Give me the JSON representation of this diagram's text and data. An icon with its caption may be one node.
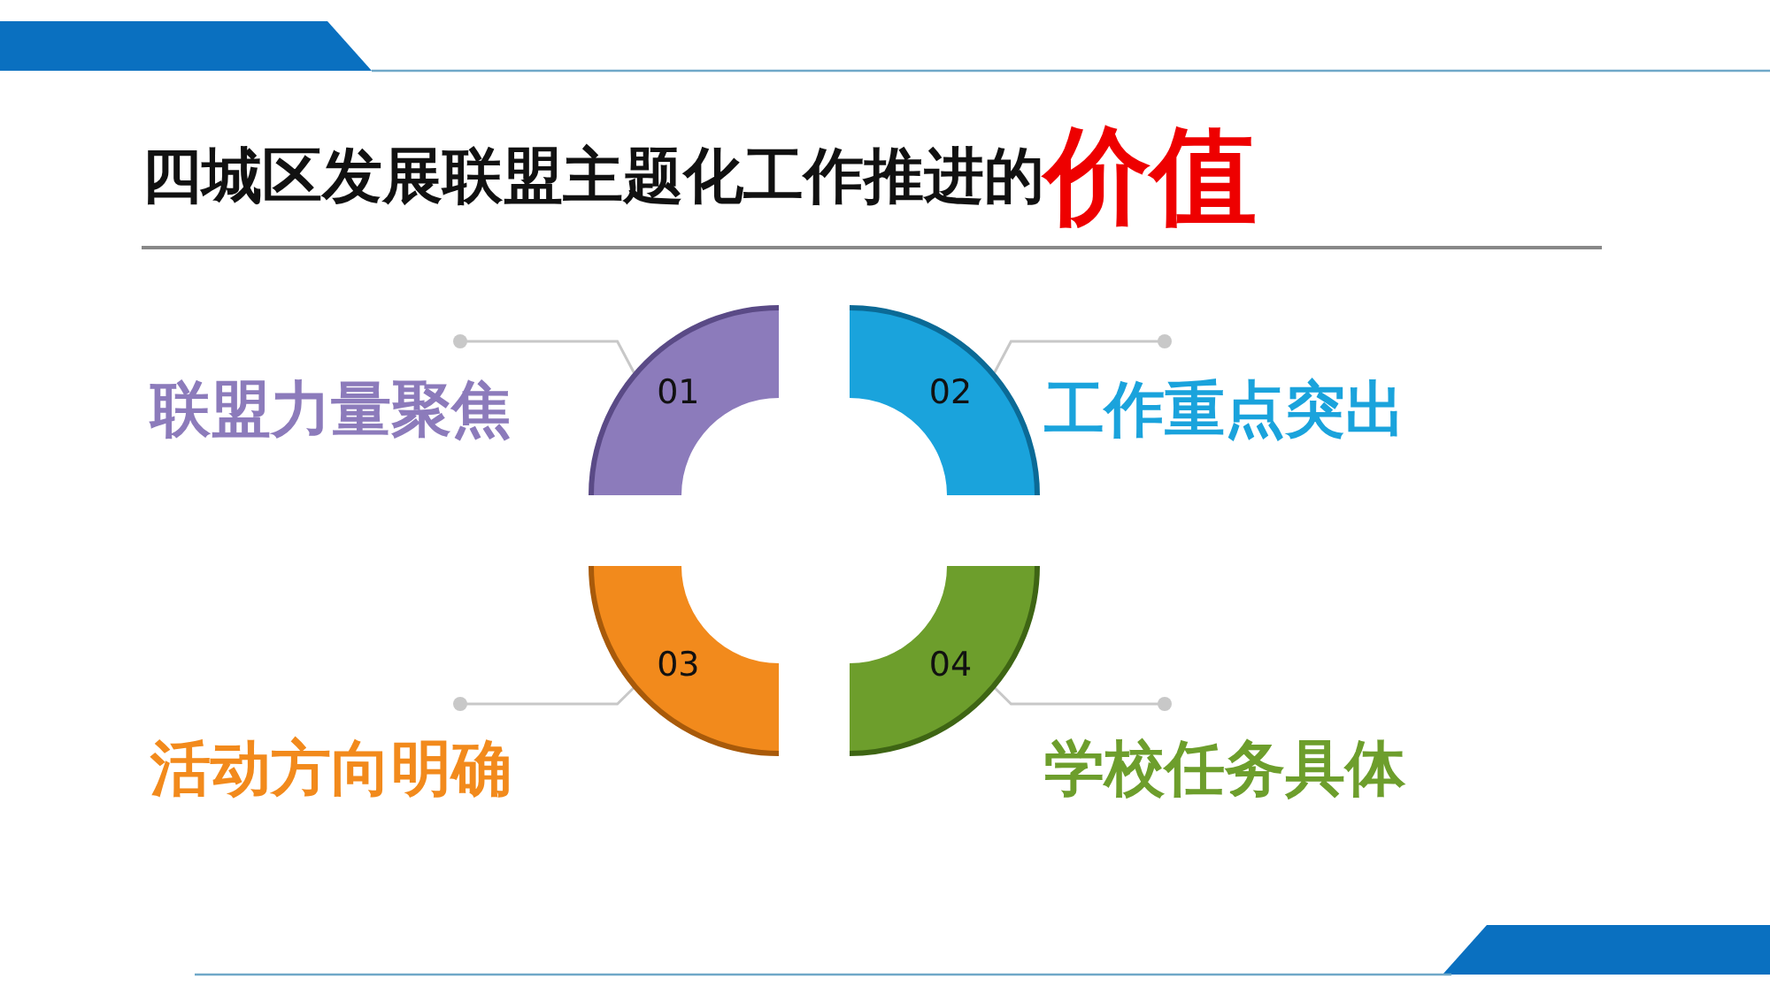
{
  "diagram": {
    "title": "四城区发展联盟主题化工作推进的**价值**",
    "nodes": [
      {
        "text": [
          "01"
        ]
      },
      {
        "text": [
          "02"
        ]
      },
      {
        "text": [
          "03"
        ]
      },
      {
        "text": [
          "04"
        ]
      },
      {
        "text": [
          "联盟力量聚焦"
        ]
      },
      {
        "text": [
          "工作重点突出"
        ]
      },
      {
        "text": [
          "活动方向明确"
        ]
      },
      {
        "text": [
          "学校任务具体"
        ]
      }
    ],
    "edges": [
      {
        "from": 4,
        "to": 0,
        "arrow": "other"
      },
      {
        "from": 5,
        "to": 1,
        "arrow": "other"
      },
      {
        "from": 6,
        "to": 2,
        "arrow": "other"
      },
      {
        "from": 7,
        "to": 3,
        "arrow": "other"
      }
    ]
  }
}
